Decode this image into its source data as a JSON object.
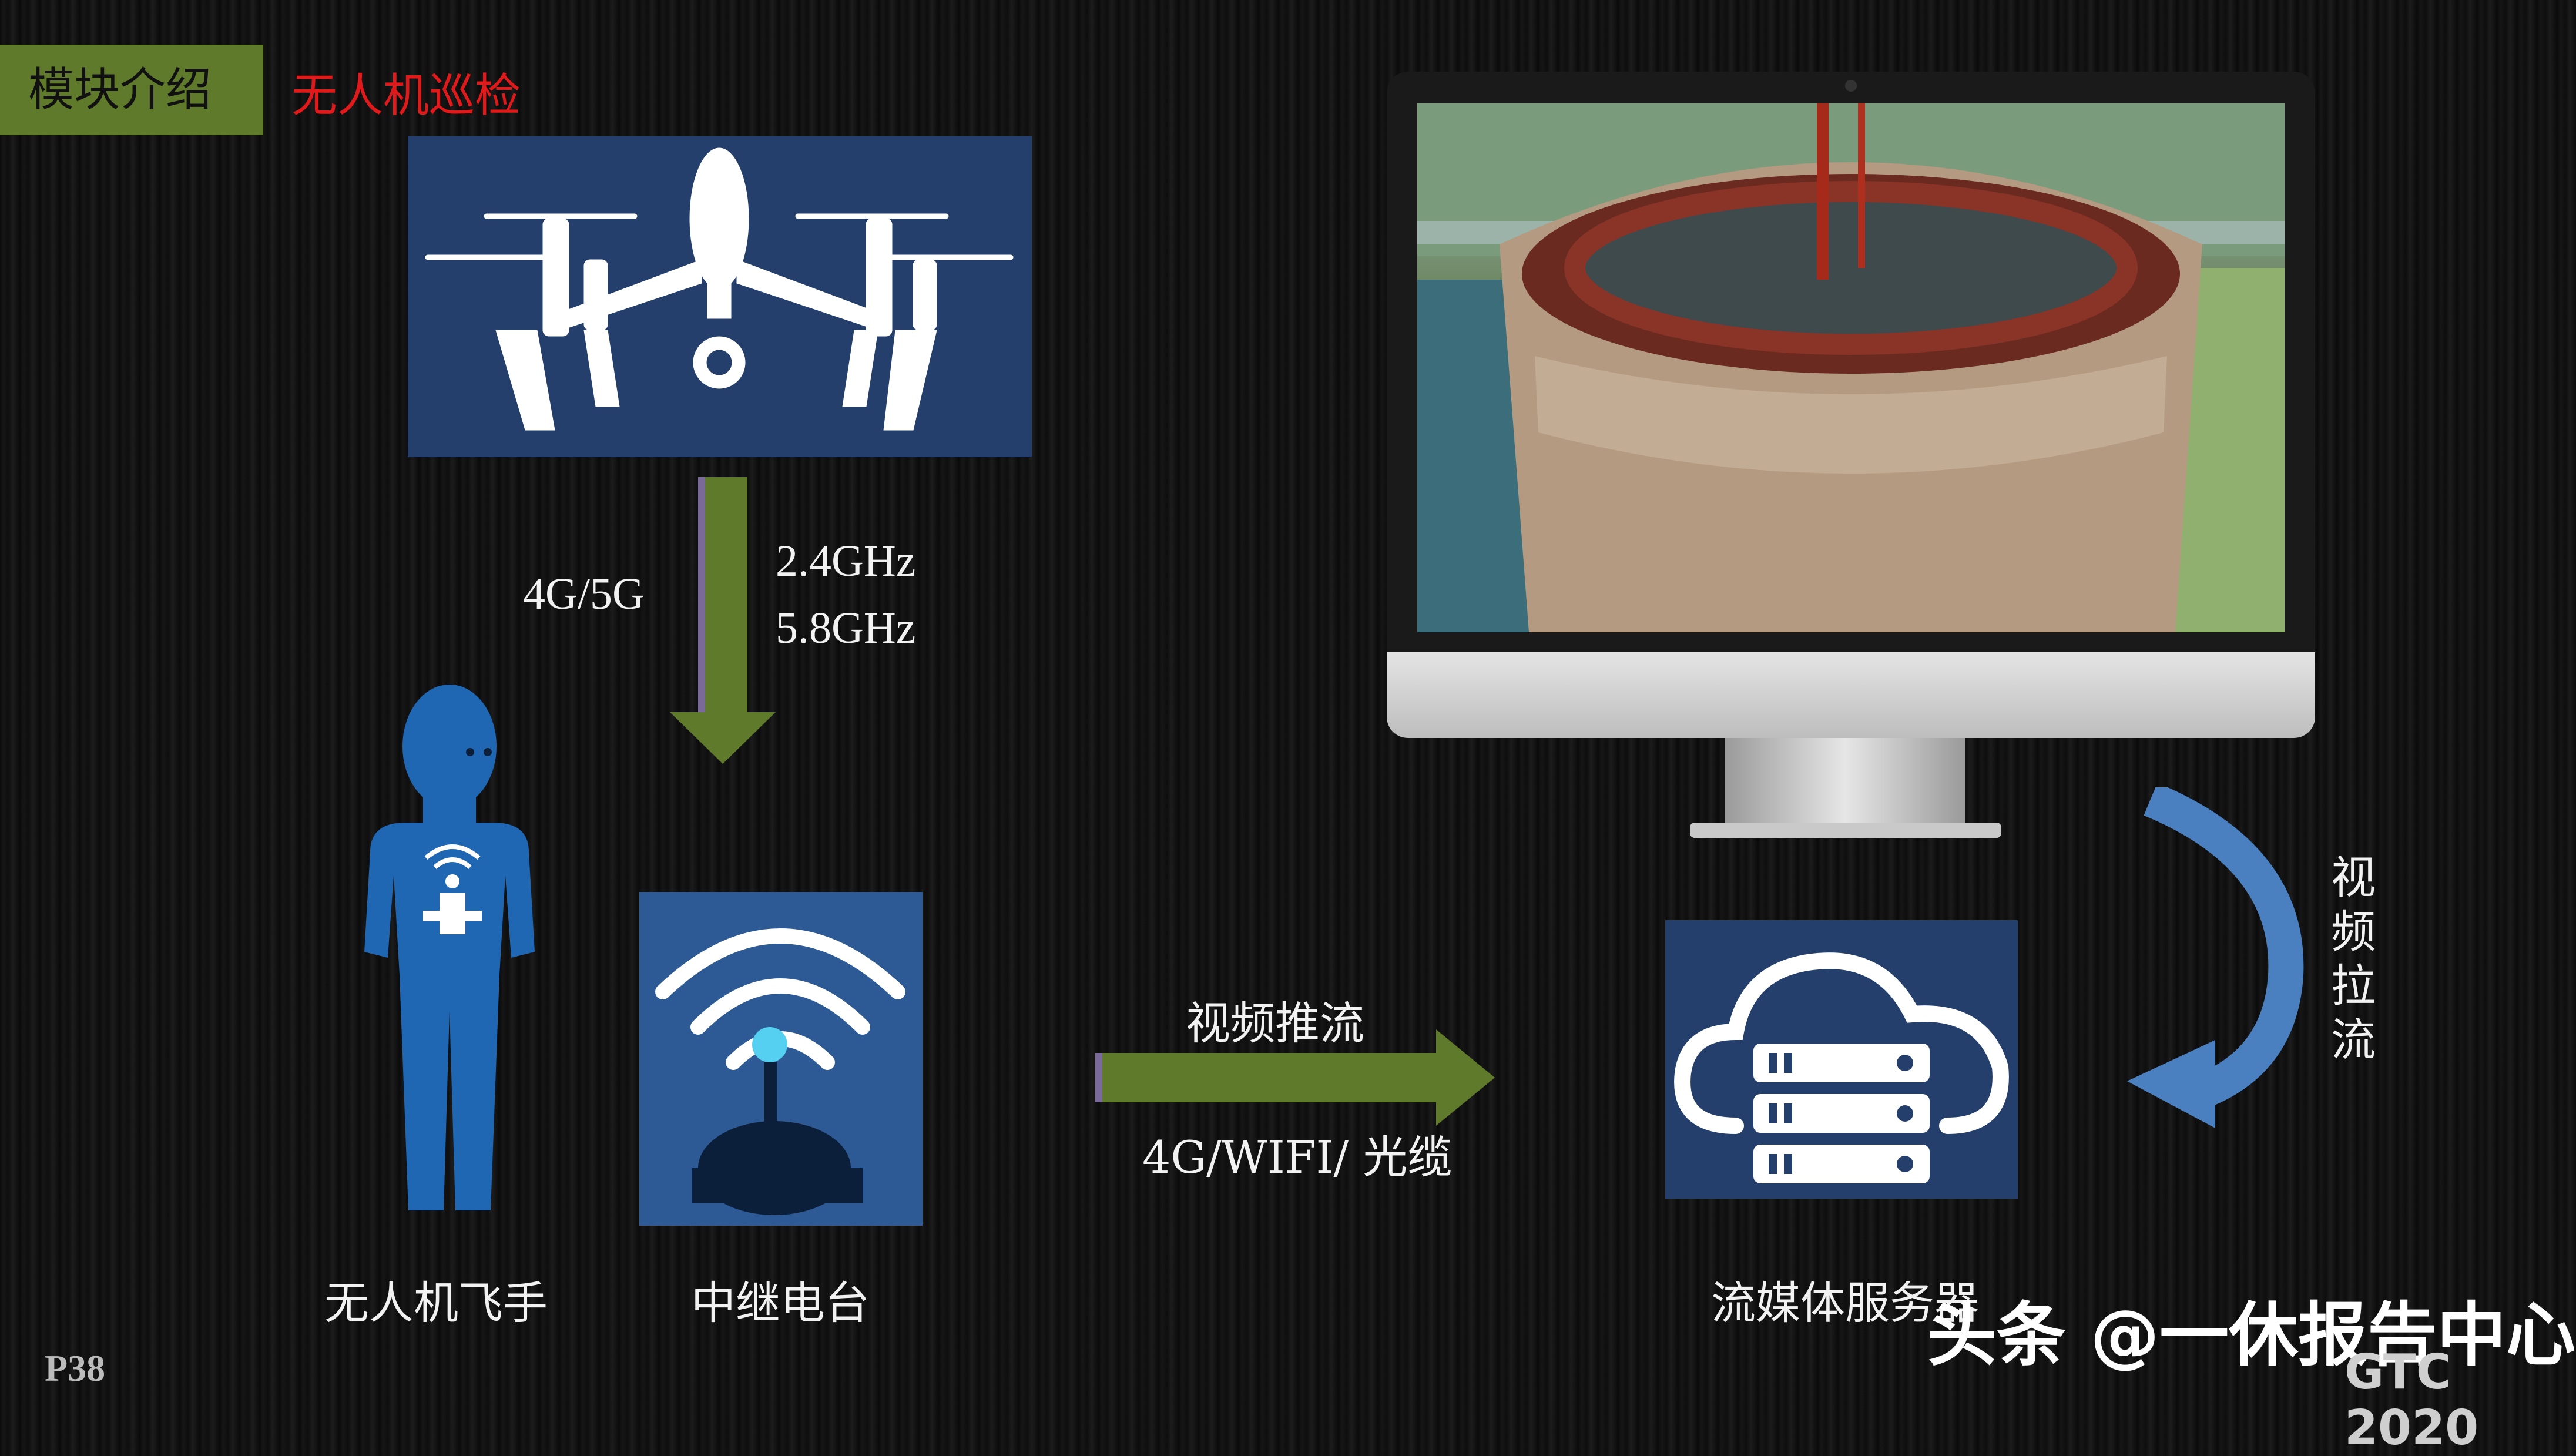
{
  "header": {
    "tag": "模块介绍",
    "subtitle": "无人机巡检"
  },
  "links": {
    "drone_to_pilot_left": "4G/5G",
    "drone_to_pilot_right_1": "2.4GHz",
    "drone_to_pilot_right_2": "5.8GHz",
    "push_top": "视频推流",
    "push_bottom": "4G/WIFI/ 光缆",
    "pull_1": "视",
    "pull_2": "频",
    "pull_3": "拉",
    "pull_4": "流"
  },
  "nodes": {
    "pilot": "无人机飞手",
    "relay": "中继电台",
    "server": "流媒体服务器"
  },
  "footer": {
    "page": "P38",
    "watermark": "头条 @一休报告中心",
    "event": "GTC 2020"
  },
  "colors": {
    "accent_green": "#5f7a2b",
    "panel_blue": "#243f6b",
    "arrow_blue": "#4a7fc0",
    "title_red": "#e01a1a"
  }
}
